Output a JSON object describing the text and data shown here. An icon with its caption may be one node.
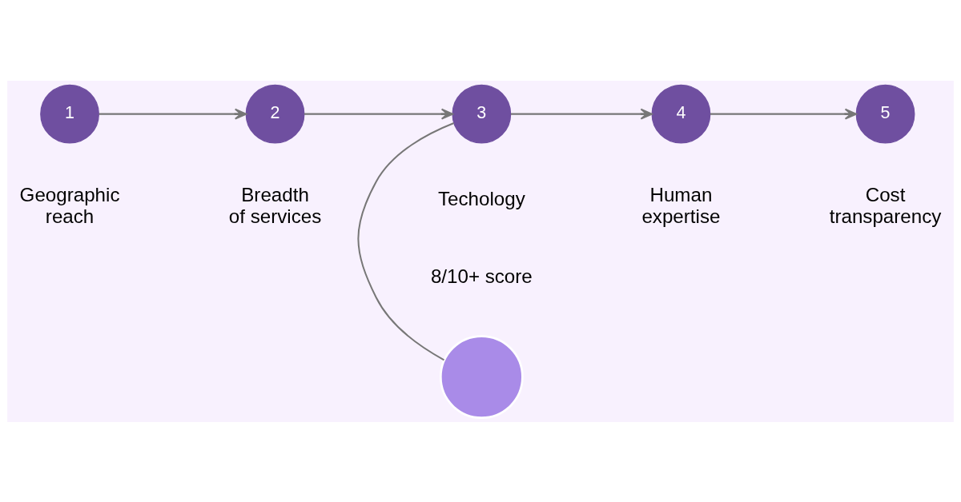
{
  "diagram": {
    "nodes": [
      {
        "text": [],
        "shape": "circle",
        "beside": [
          "8/10+ score"
        ]
      },
      {
        "text": [
          "1"
        ],
        "beside": [
          "Geographic reach"
        ]
      },
      {
        "text": [
          "2"
        ],
        "beside": [
          "Breadth of services"
        ]
      },
      {
        "text": [
          "3"
        ],
        "beside": [
          "Techology"
        ]
      },
      {
        "text": [
          "4"
        ],
        "beside": [
          "Human expertise"
        ]
      },
      {
        "text": [
          "5"
        ],
        "beside": [
          "Cost transparency"
        ]
      }
    ],
    "edges": [
      {
        "from": 1,
        "to": 2,
        "arrow": "to"
      },
      {
        "from": 2,
        "to": 3,
        "arrow": "to"
      },
      {
        "from": 3,
        "to": 4,
        "arrow": "to"
      },
      {
        "from": 4,
        "to": 5,
        "arrow": "to"
      },
      {
        "from": 0,
        "to": 3,
        "arrow": "none"
      }
    ]
  }
}
